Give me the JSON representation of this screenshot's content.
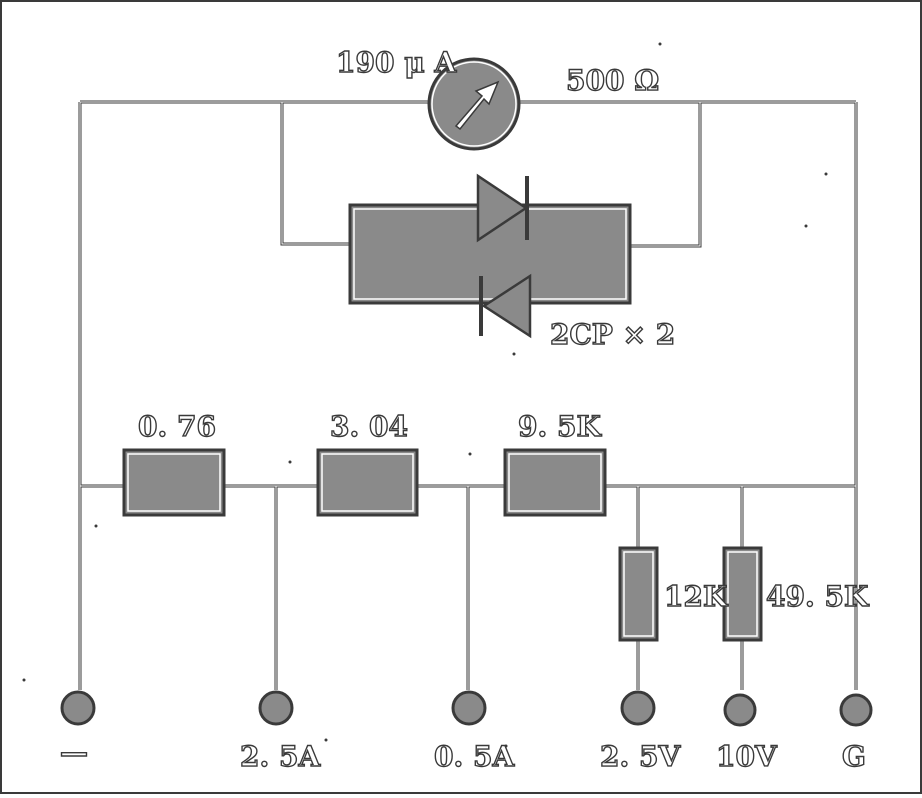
{
  "meter": {
    "current_label": "190 μ A",
    "resistance_label": "500 Ω"
  },
  "diodes": {
    "label": "2CP × 2"
  },
  "resistors": {
    "r1": "0. 76",
    "r2": "3. 04",
    "r3": "9. 5K",
    "r4": "12K",
    "r5": "49. 5K"
  },
  "terminals": {
    "minus": "—",
    "a25": "2. 5A",
    "a05": "0. 5A",
    "v25": "2. 5V",
    "v10": "10V",
    "g": "G"
  },
  "colors": {
    "line": "#3a3a3a",
    "fill": "#8a8a8a",
    "background": "#ffffff"
  }
}
